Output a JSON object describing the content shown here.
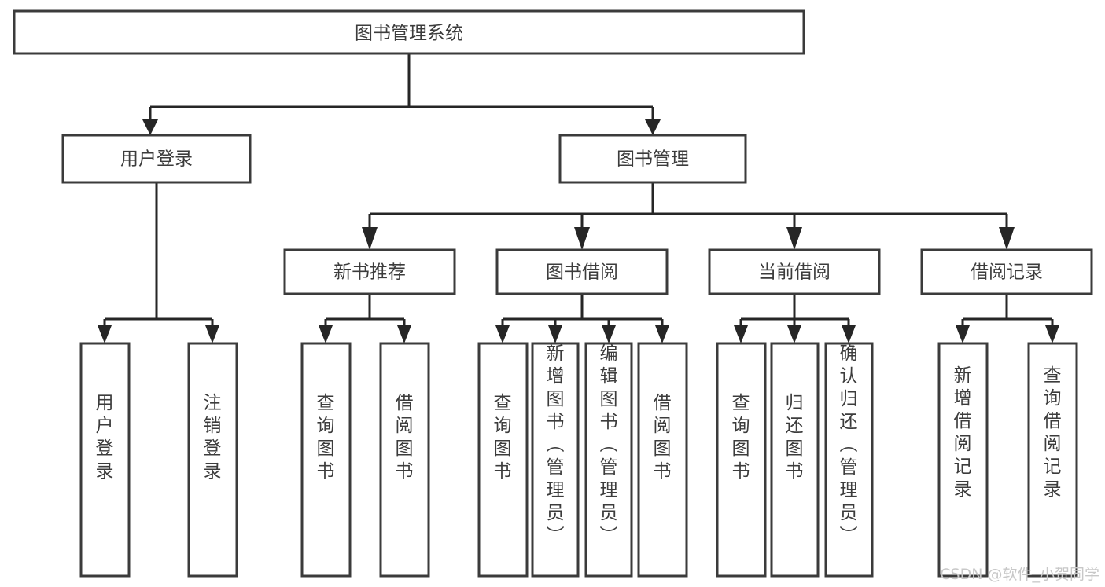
{
  "diagram": {
    "title": "图书管理系统",
    "type": "tree",
    "orientation": "top-down",
    "colors": {
      "box_fill": "#ffffff",
      "box_stroke": "#3b3b3b",
      "connector": "#262626",
      "text": "#3c3c3c",
      "watermark": "#c8c8c8",
      "background": "#ffffff"
    },
    "root": {
      "label": "图书管理系统"
    },
    "level2": [
      {
        "label": "用户登录"
      },
      {
        "label": "图书管理"
      }
    ],
    "level3": [
      {
        "label": "新书推荐"
      },
      {
        "label": "图书借阅"
      },
      {
        "label": "当前借阅"
      },
      {
        "label": "借阅记录"
      }
    ],
    "leaves": {
      "user_login": [
        {
          "label": "用户登录"
        },
        {
          "label": "注销登录"
        }
      ],
      "new_book_recommend": [
        {
          "label": "查询图书"
        },
        {
          "label": "借阅图书"
        }
      ],
      "book_borrow": [
        {
          "label": "查询图书"
        },
        {
          "label": "新增图书（管理员）"
        },
        {
          "label": "编辑图书（管理员）"
        },
        {
          "label": "借阅图书"
        }
      ],
      "current_borrow": [
        {
          "label": "查询图书"
        },
        {
          "label": "归还图书"
        },
        {
          "label": "确认归还（管理员）"
        }
      ],
      "borrow_record": [
        {
          "label": "新增借阅记录"
        },
        {
          "label": "查询借阅记录"
        }
      ]
    },
    "watermark": "CSDN @软件_小贺同学"
  }
}
